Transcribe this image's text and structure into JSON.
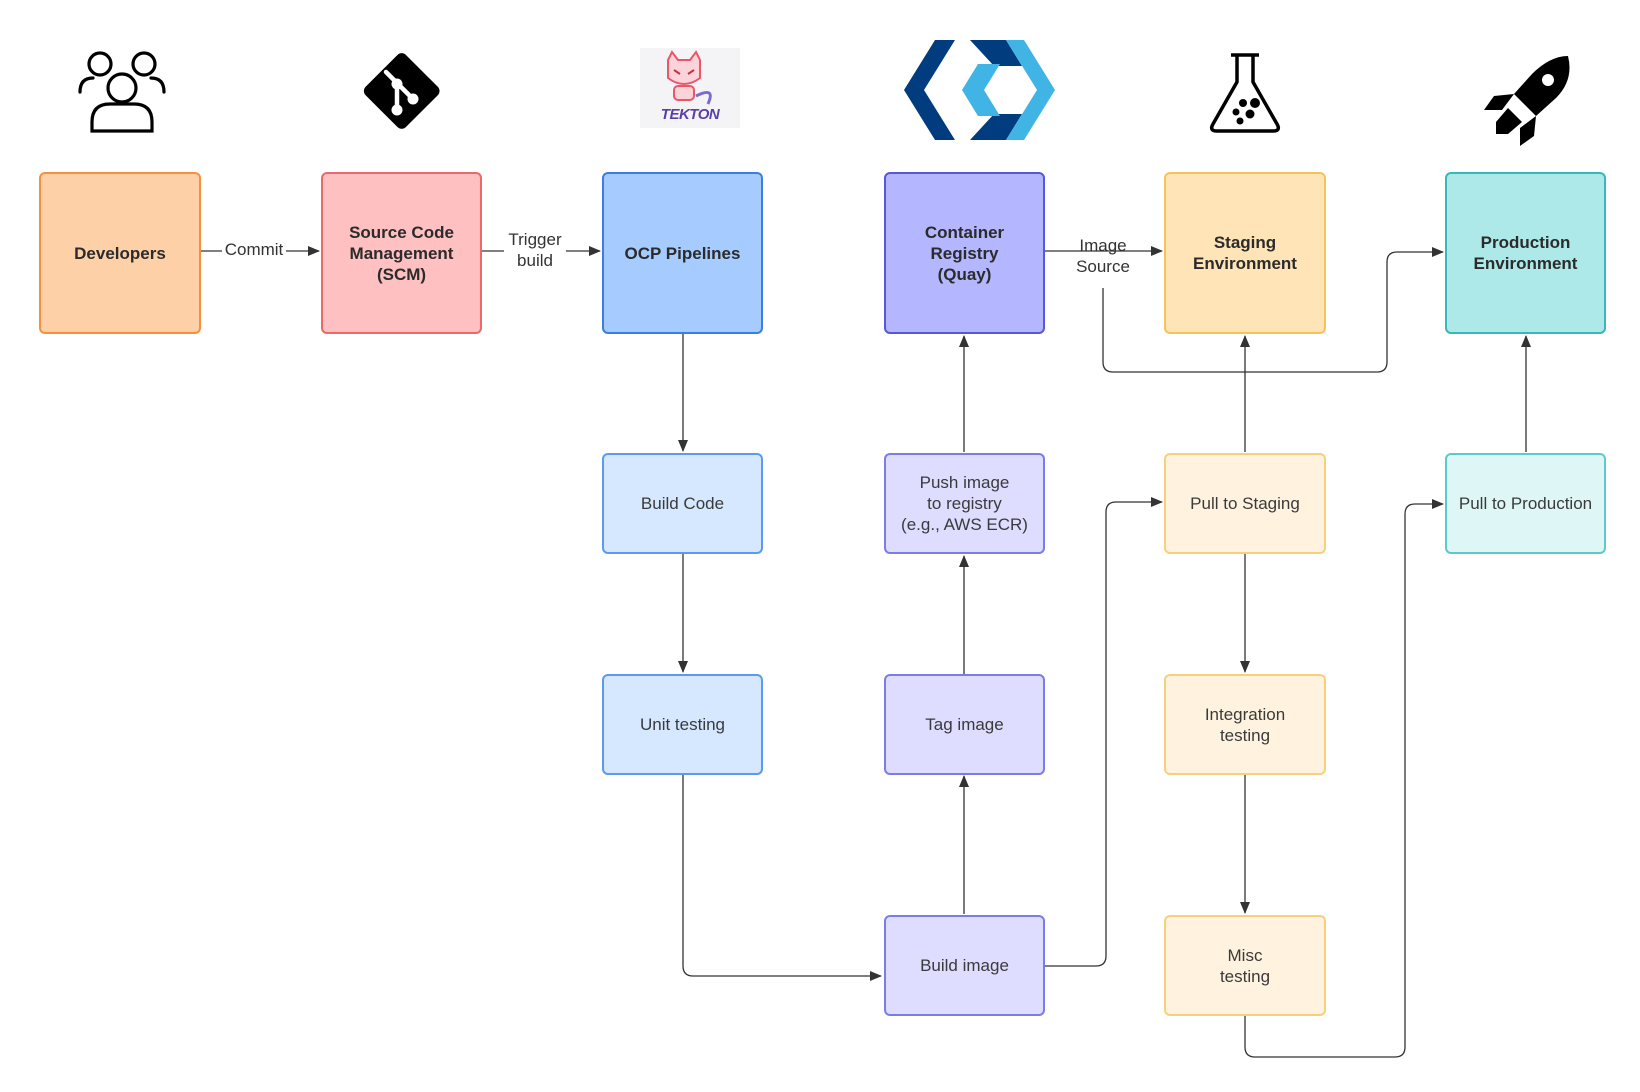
{
  "nodes": {
    "developers": "Developers",
    "scm": "Source Code\nManagement\n(SCM)",
    "ocp": "OCP Pipelines",
    "registry": "Container\nRegistry\n(Quay)",
    "staging": "Staging\nEnvironment",
    "production": "Production\nEnvironment",
    "build_code": "Build Code",
    "unit_testing": "Unit testing",
    "push_image": "Push image\nto registry\n(e.g., AWS ECR)",
    "tag_image": "Tag image",
    "build_image": "Build image",
    "pull_staging": "Pull to Staging",
    "integration": "Integration\ntesting",
    "misc": "Misc\ntesting",
    "pull_production": "Pull to Production"
  },
  "edge_labels": {
    "commit": "Commit",
    "trigger": "Trigger\nbuild",
    "image_source": "Image\nSource"
  },
  "logos": {
    "tekton": "TEKTON"
  },
  "icons": [
    "developers-icon",
    "git-icon",
    "tekton-logo",
    "quay-logo",
    "flask-icon",
    "rocket-icon"
  ],
  "colors": {
    "orange_fill": "#fdd0a8",
    "orange_border": "#f5913e",
    "red_fill": "#fec0c0",
    "red_border": "#e86a6a",
    "blue_fill": "#a5cbff",
    "blue_border": "#3b7de0",
    "blue_light_fill": "#d6e8ff",
    "blue_light_border": "#5a9af0",
    "purple_fill": "#b4b6ff",
    "purple_border": "#5558d8",
    "purple_light_fill": "#dedcff",
    "purple_light_border": "#7a7ce8",
    "yellow_fill": "#ffe4b8",
    "yellow_border": "#f7c259",
    "yellow_light_fill": "#fff3e0",
    "yellow_light_border": "#f8cf7a",
    "teal_fill": "#ade9e9",
    "teal_border": "#38b8b8",
    "teal_light_fill": "#dff6f6",
    "teal_light_border": "#5ccaca"
  }
}
